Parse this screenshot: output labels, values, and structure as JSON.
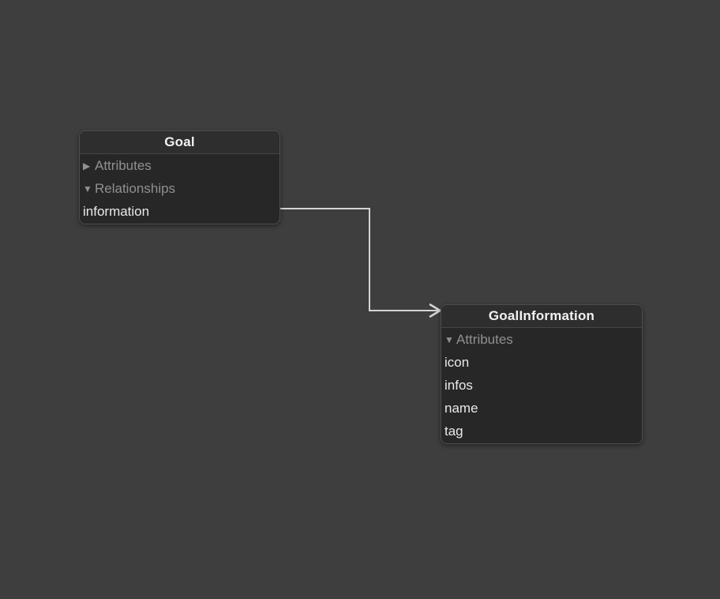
{
  "canvas": {
    "kind": "core-data-model-graph"
  },
  "icons": {
    "collapsed_triangle": "▶",
    "expanded_triangle": "▼"
  },
  "colors": {
    "canvas_background": "#3e3e3e",
    "entity_body": "#272727",
    "entity_header": "#2e2e2e",
    "entity_border": "#4e4e4e",
    "title_text": "#f2f2f2",
    "section_text": "#909090",
    "item_text": "#eaeaea",
    "connector_line": "#d4d4d4"
  },
  "entities": [
    {
      "name": "Goal",
      "sections": [
        {
          "label": "Attributes",
          "state": "collapsed",
          "items": []
        },
        {
          "label": "Relationships",
          "state": "expanded",
          "items": [
            "information"
          ]
        }
      ]
    },
    {
      "name": "GoalInformation",
      "sections": [
        {
          "label": "Attributes",
          "state": "expanded",
          "items": [
            "icon",
            "infos",
            "name",
            "tag"
          ]
        }
      ]
    }
  ],
  "relationships": [
    {
      "from_entity": "Goal",
      "from_item": "information",
      "to_entity": "GoalInformation"
    }
  ]
}
